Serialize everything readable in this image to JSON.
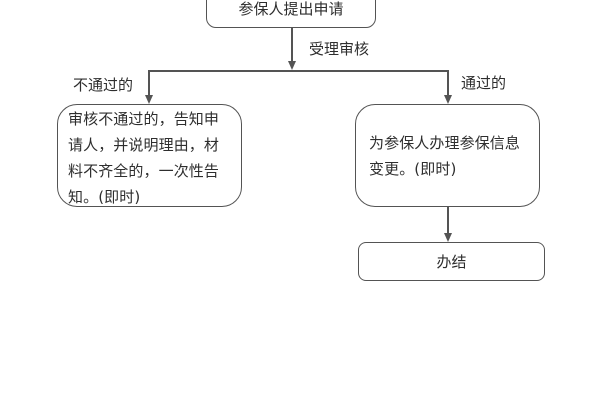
{
  "diagram": {
    "type": "flowchart",
    "nodes": [
      {
        "id": "start",
        "shape": "rounded-rect",
        "label": "参保人提出申请"
      },
      {
        "id": "reject",
        "shape": "rounded-rect",
        "label": "审核不通过的，告知申请人，并说明理由，材料不齐全的，一次性告知。(即时)"
      },
      {
        "id": "approve",
        "shape": "rounded-rect",
        "label": "为参保人办理参保信息变更。(即时)"
      },
      {
        "id": "done",
        "shape": "rounded-rect",
        "label": "办结"
      }
    ],
    "edges": [
      {
        "id": "start-to-branch",
        "from": "start",
        "to": "branch",
        "label": "受理审核"
      },
      {
        "id": "branch-to-reject",
        "from": "branch",
        "to": "reject",
        "label": "不通过的"
      },
      {
        "id": "branch-to-approve",
        "from": "branch",
        "to": "approve",
        "label": "通过的"
      },
      {
        "id": "approve-to-done",
        "from": "approve",
        "to": "done",
        "label": ""
      }
    ],
    "colors": {
      "line": "#545454",
      "text": "#2e2e2e",
      "background": "#ffffff"
    }
  }
}
